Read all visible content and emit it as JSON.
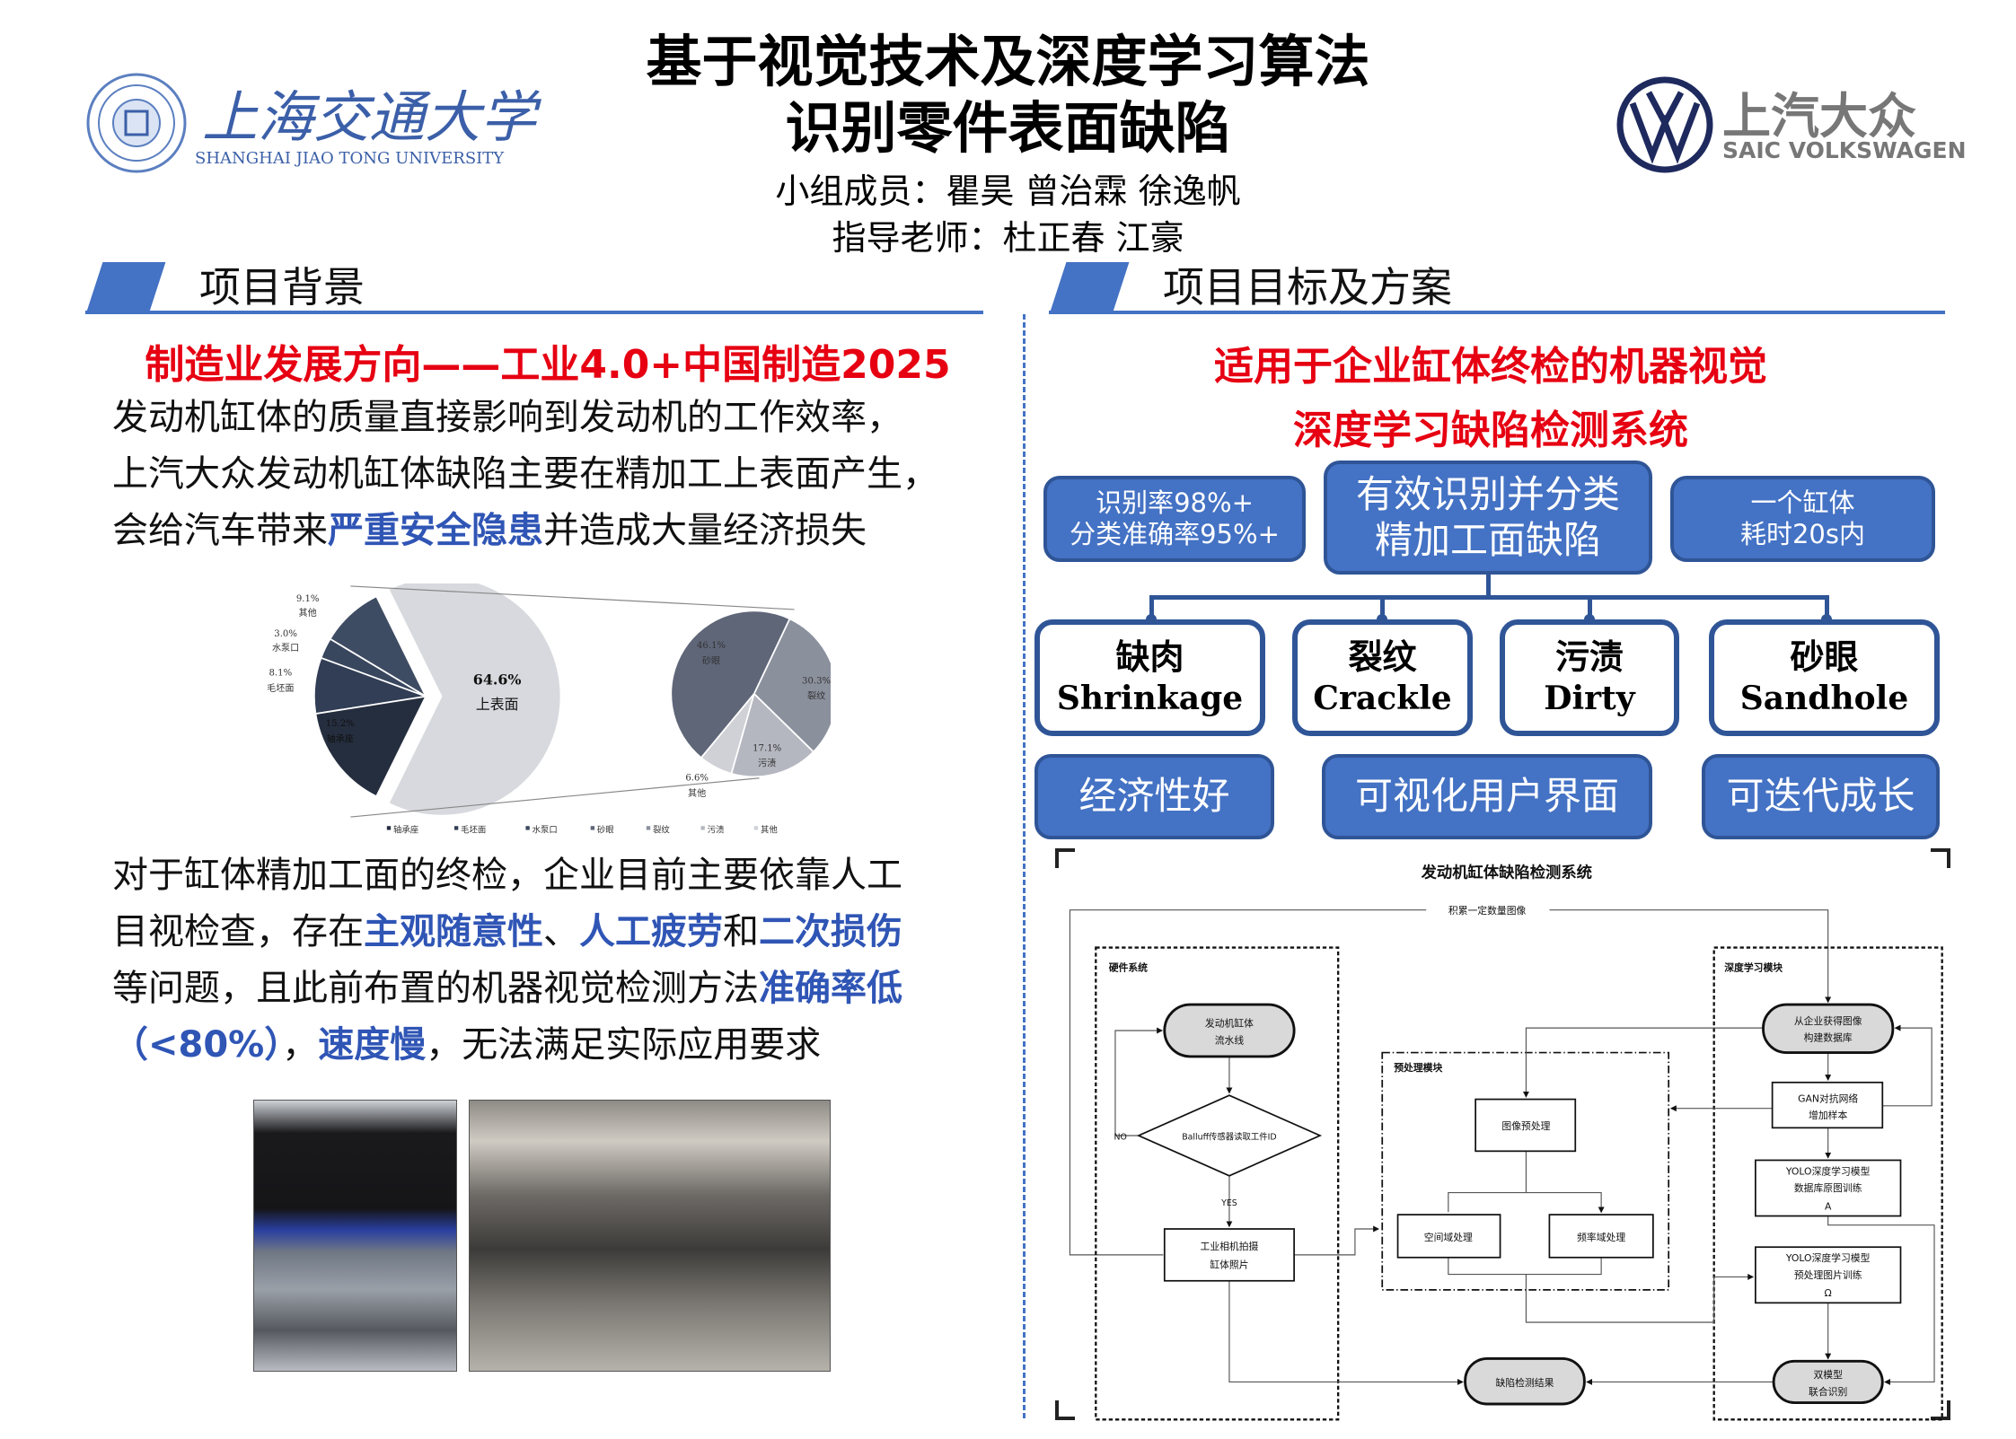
{
  "header": {
    "title_line1": "基于视觉技术及深度学习算法",
    "title_line2": "识别零件表面缺陷",
    "members": "小组成员：瞿昊  曾治霖  徐逸帆",
    "advisors": "指导老师：杜正春  江豪",
    "left_logo": {
      "cn": "上海交通大学",
      "en": "SHANGHAI JIAO TONG UNIVERSITY"
    },
    "right_logo": {
      "cn": "上汽大众",
      "en": "SAIC VOLKSWAGEN"
    }
  },
  "left": {
    "section_title": "项目背景",
    "red_heading": "制造业发展方向——工业4.0+中国制造2025",
    "para1": {
      "l1": "发动机缸体的质量直接影响到发动机的工作效率，",
      "l2": "上汽大众发动机缸体缺陷主要在精加工上表面产生，",
      "l3a": "会给汽车带来",
      "l3b": "严重安全隐患",
      "l3c": "并造成大量经济损失"
    },
    "para2": {
      "l1": "对于缸体精加工面的终检，企业目前主要依靠人工",
      "l2a": "目视检查，存在",
      "l2b": "主观随意性",
      "l2c": "、",
      "l2d": "人工疲劳",
      "l2e": "和",
      "l2f": "二次损伤",
      "l3a": "等问题，且此前布置的机器视觉检测方法",
      "l3b": "准确率低",
      "l4a": "（<80%）",
      "l4b": "，",
      "l4c": "速度慢",
      "l4d": "，无法满足实际应用要求"
    }
  },
  "chart_data": {
    "type": "pie",
    "main": {
      "slices": [
        {
          "label": "上表面",
          "value": 64.6,
          "text": "64.6%",
          "color": "#d8d9de"
        },
        {
          "label": "其他",
          "value": 9.1,
          "text": "9.1%",
          "color": "#3e4c63"
        },
        {
          "label": "水泵口",
          "value": 3.0,
          "text": "3.0%",
          "color": "#38465e"
        },
        {
          "label": "毛坯面",
          "value": 8.1,
          "text": "8.1%",
          "color": "#313e55"
        },
        {
          "label": "轴承座",
          "value": 15.2,
          "text": "15.2%",
          "color": "#252e3f"
        }
      ]
    },
    "detail": {
      "of": "上表面",
      "slices": [
        {
          "label": "砂眼",
          "value": 46.1,
          "text": "46.1%",
          "color": "#5f6678"
        },
        {
          "label": "裂纹",
          "value": 30.3,
          "text": "30.3%",
          "color": "#8b909d"
        },
        {
          "label": "污渍",
          "value": 17.1,
          "text": "17.1%",
          "color": "#b5b7c0"
        },
        {
          "label": "其他",
          "value": 6.6,
          "text": "6.6%",
          "color": "#d0d1d7"
        }
      ]
    },
    "legend": [
      "轴承座",
      "毛坯面",
      "水泵口",
      "砂眼",
      "裂纹",
      "污渍",
      "其他"
    ],
    "legend_colors": [
      "#252e3f",
      "#313e55",
      "#38465e",
      "#5f6678",
      "#8b909d",
      "#b5b7c0",
      "#d0d1d7"
    ],
    "legend_position": "bottom"
  },
  "right": {
    "section_title": "项目目标及方案",
    "red_heading_1": "适用于企业缸体终检的机器视觉",
    "red_heading_2": "深度学习缺陷检测系统",
    "goal_left": {
      "l1": "识别率98%+",
      "l2": "分类准确率95%+"
    },
    "goal_center": {
      "l1": "有效识别并分类",
      "l2": "精加工面缺陷"
    },
    "goal_right": {
      "l1": "一个缸体",
      "l2": "耗时20s内"
    },
    "defects": [
      {
        "cn": "缺肉",
        "en": "Shrinkage"
      },
      {
        "cn": "裂纹",
        "en": "Crackle"
      },
      {
        "cn": "污渍",
        "en": "Dirty"
      },
      {
        "cn": "砂眼",
        "en": "Sandhole"
      }
    ],
    "features": [
      "经济性好",
      "可视化用户界面",
      "可迭代成长"
    ],
    "colors": {
      "accent": "#4472c4",
      "border": "#2f5597",
      "red": "#e60012"
    }
  },
  "flowchart": {
    "title": "发动机缸体缺陷检测系统",
    "loop_label": "积累一定数量图像",
    "hw_label": "硬件系统",
    "pre_label": "预处理模块",
    "dl_label": "深度学习模块",
    "pipeline": [
      "发动机缸体",
      "流水线"
    ],
    "sensor": "Balluff传感器读取工件ID",
    "no": "NO",
    "yes": "YES",
    "camera": [
      "工业相机拍摄",
      "缸体照片"
    ],
    "img_pre": "图像预处理",
    "spatial": "空间域处理",
    "freq": "频率域处理",
    "db": [
      "从企业获得图像",
      "构建数据库"
    ],
    "gan": [
      "GAN对抗网络",
      "增加样本"
    ],
    "yolo_a": [
      "YOLO深度学习模型",
      "数据库原图训练",
      "A"
    ],
    "yolo_o": [
      "YOLO深度学习模型",
      "预处理图片训练",
      "Ω"
    ],
    "dual": [
      "双模型",
      "联合识别"
    ],
    "result": "缺陷检测结果"
  }
}
